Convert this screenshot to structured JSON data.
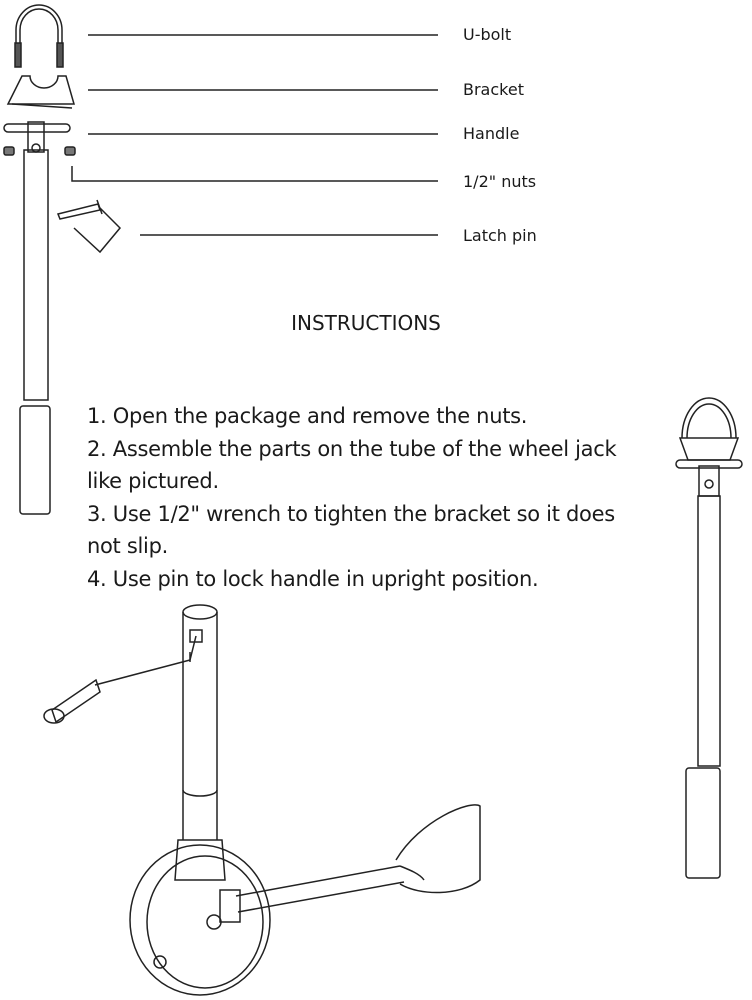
{
  "parts": [
    {
      "label": "U-bolt"
    },
    {
      "label": "Bracket"
    },
    {
      "label": "Handle"
    },
    {
      "label": "1/2\" nuts"
    },
    {
      "label": "Latch pin"
    }
  ],
  "instructions": {
    "title": "INSTRUCTIONS",
    "lines": [
      "1. Open the package and remove the nuts.",
      "2. Assemble the parts on the tube of the wheel jack",
      "like pictured.",
      "3. Use 1/2\" wrench to tighten the bracket so it does",
      "not slip.",
      "4. Use pin to lock handle in upright position."
    ]
  }
}
